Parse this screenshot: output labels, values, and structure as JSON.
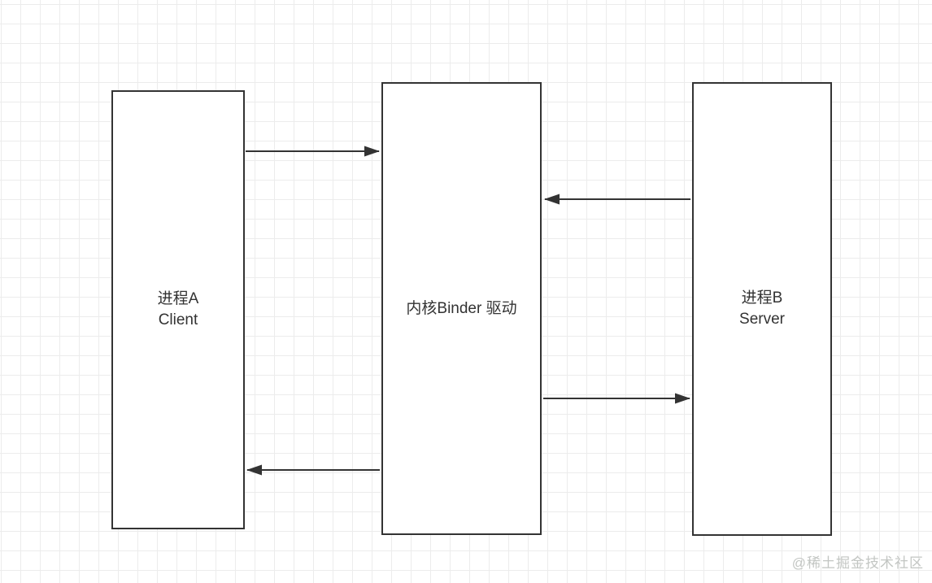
{
  "diagram": {
    "nodes": [
      {
        "id": "process-a",
        "role": "client",
        "lines": [
          "进程A",
          "Client"
        ]
      },
      {
        "id": "kernel-binder-driver",
        "role": "kernel",
        "lines": [
          "内核Binder 驱动"
        ]
      },
      {
        "id": "process-b",
        "role": "server",
        "lines": [
          "进程B",
          "Server"
        ]
      }
    ],
    "arrows": [
      {
        "from": "process-a",
        "to": "kernel-binder-driver",
        "direction": "right"
      },
      {
        "from": "process-b",
        "to": "kernel-binder-driver",
        "direction": "left"
      },
      {
        "from": "kernel-binder-driver",
        "to": "process-b",
        "direction": "right"
      },
      {
        "from": "kernel-binder-driver",
        "to": "process-a",
        "direction": "left"
      }
    ],
    "colors": {
      "node_border": "#333333",
      "node_fill": "#ffffff",
      "arrow_stroke": "#333333",
      "text": "#333333",
      "grid_line": "#ececec",
      "watermark_text": "#c3c6c3"
    }
  },
  "watermark": {
    "text": "@稀土掘金技术社区"
  }
}
